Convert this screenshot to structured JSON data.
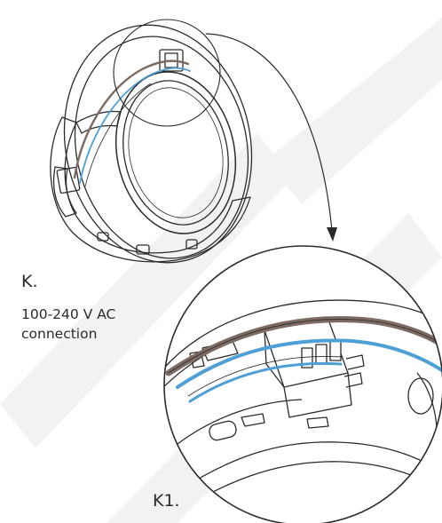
{
  "labels": {
    "overview": "K.",
    "connection_line1": "100-240 V AC",
    "connection_line2": "connection",
    "detail": "K1."
  },
  "colors": {
    "line": "#2b2b2b",
    "cable_brown": "#7d6a62",
    "cable_blue": "#4d9fd6",
    "watermark": "#f2f2f2"
  }
}
